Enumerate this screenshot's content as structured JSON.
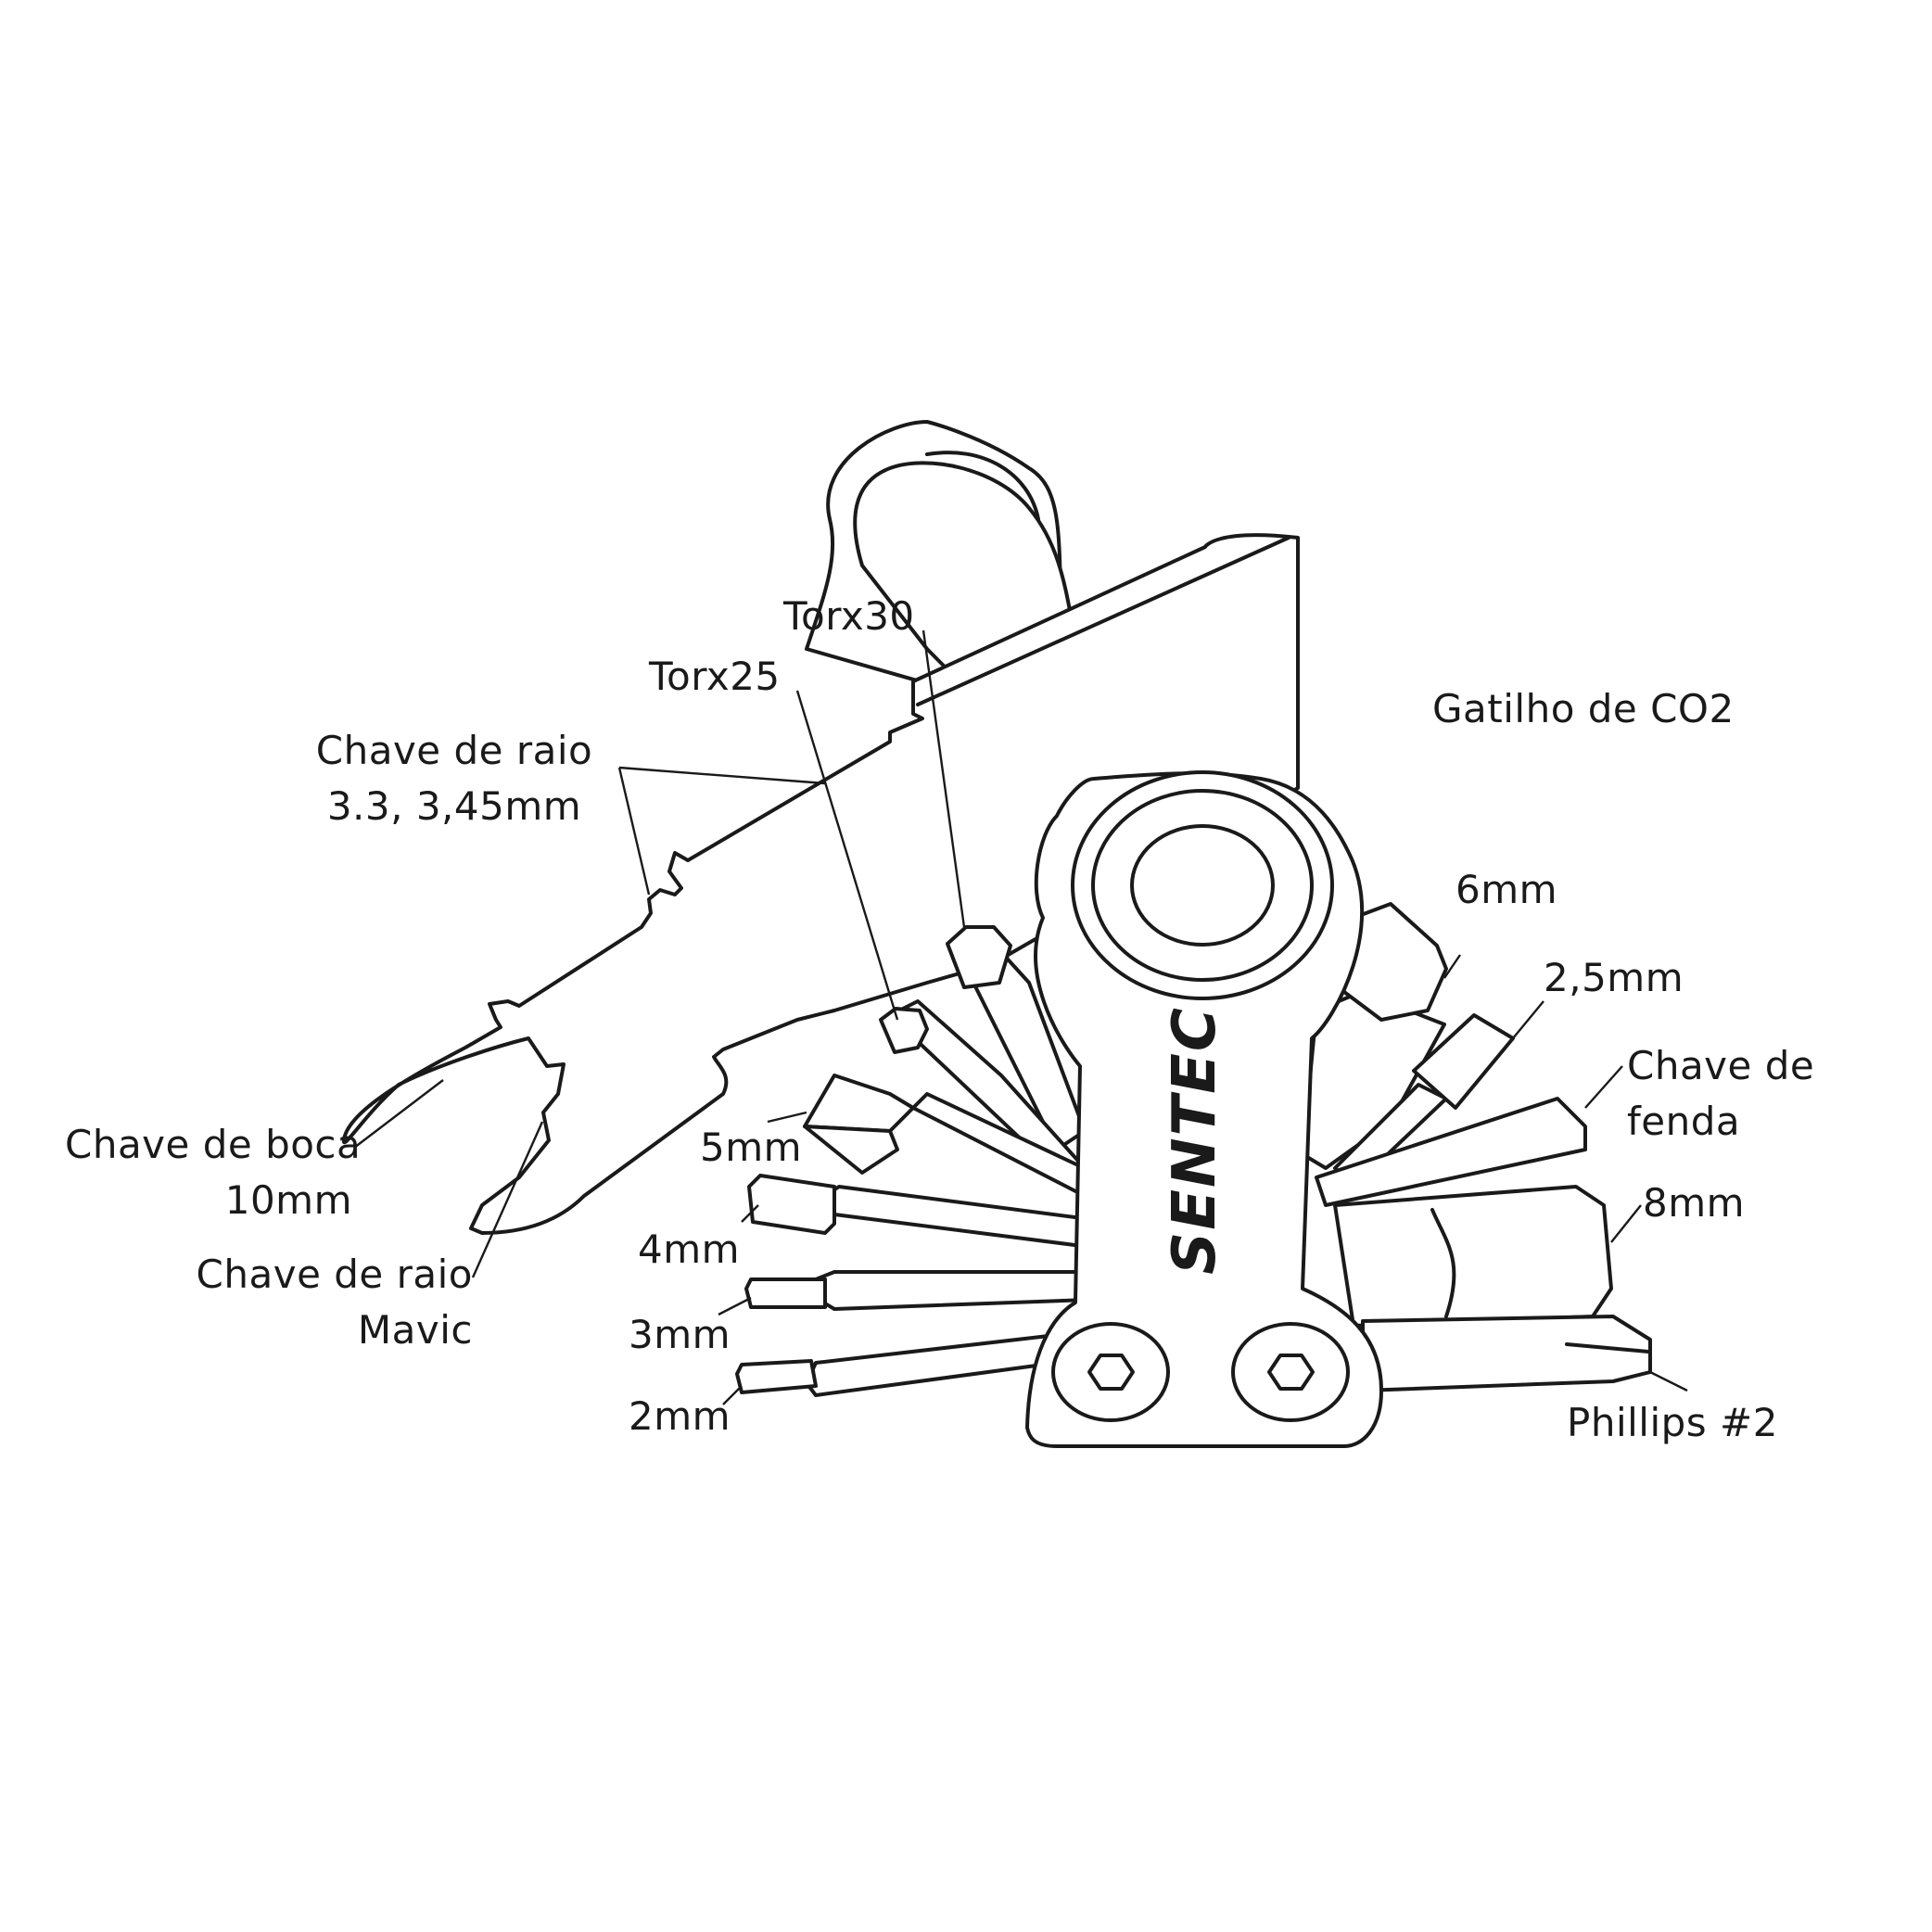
{
  "brand": {
    "logo": "SENTEC"
  },
  "labels": {
    "torx30": "Torx30",
    "torx25": "Torx25",
    "co2": "Gatilho de CO2",
    "spoke_wrench_line1": "Chave de raio",
    "spoke_wrench_line2": "3.3, 3,45mm",
    "hex_6mm": "6mm",
    "hex_2_5mm": "2,5mm",
    "screwdriver_line1": "Chave de",
    "screwdriver_line2": "fenda",
    "hex_8mm": "8mm",
    "hex_5mm": "5mm",
    "hex_4mm": "4mm",
    "hex_3mm": "3mm",
    "hex_2mm": "2mm",
    "phillips": "Phillips #2",
    "open_wrench_line1": "Chave de boca",
    "open_wrench_line2": "10mm",
    "mavic_line1": "Chave de raio",
    "mavic_line2": "Mavic"
  },
  "colors": {
    "ink": "#1a1a1a",
    "paper": "#ffffff"
  }
}
